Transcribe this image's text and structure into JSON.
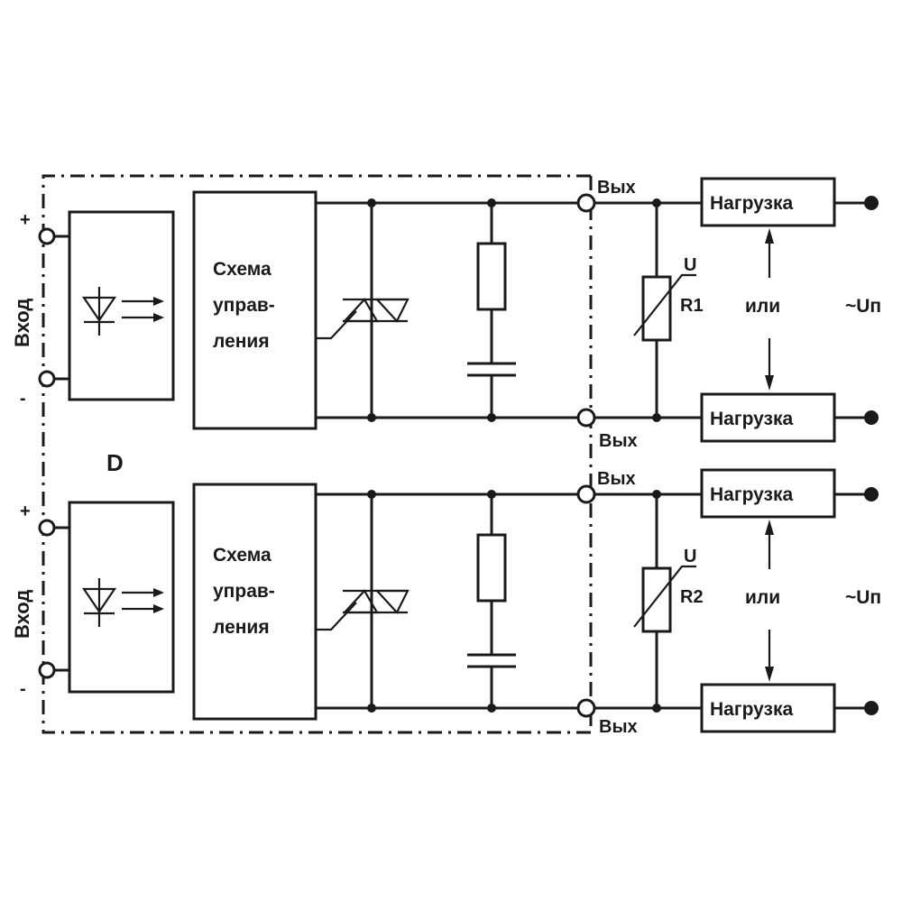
{
  "device_label": "D",
  "channels": [
    {
      "input_label": "Вход",
      "input_plus": "+",
      "input_minus": "-",
      "control_block": [
        "Схема",
        "управ-",
        "ления"
      ],
      "out_top": "Вых",
      "out_bottom": "Вых",
      "varistor": "R1",
      "varistor_u": "U",
      "load_top": "Нагрузка",
      "load_bottom": "Нагрузка",
      "or_label": "или",
      "supply": "~Uп"
    },
    {
      "input_label": "Вход",
      "input_plus": "+",
      "input_minus": "-",
      "control_block": [
        "Схема",
        "управ-",
        "ления"
      ],
      "out_top": "Вых",
      "out_bottom": "Вых",
      "varistor": "R2",
      "varistor_u": "U",
      "load_top": "Нагрузка",
      "load_bottom": "Нагрузка",
      "or_label": "или",
      "supply": "~Uп"
    }
  ],
  "colors": {
    "ink": "#1a1a1a",
    "background": "#ffffff"
  }
}
